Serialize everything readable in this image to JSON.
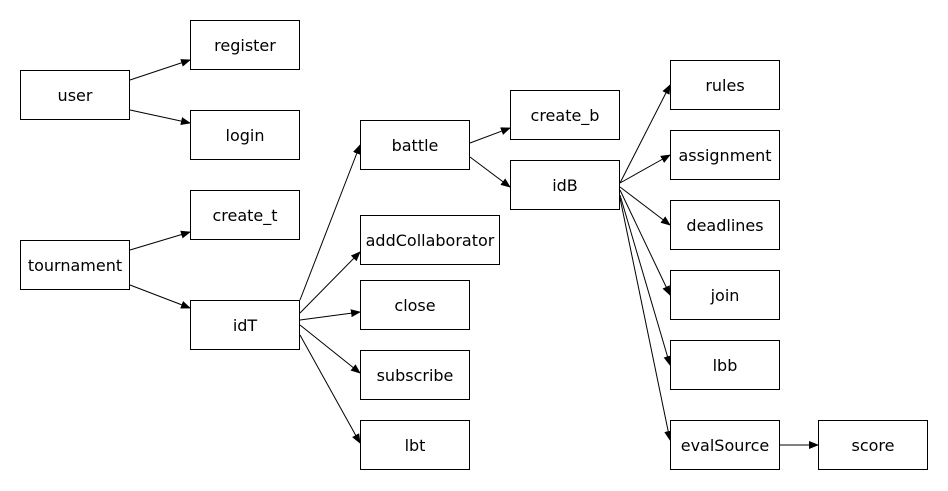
{
  "diagram": {
    "line_color": "#000000",
    "nodes": [
      {
        "id": "user",
        "label": "user"
      },
      {
        "id": "register",
        "label": "register"
      },
      {
        "id": "login",
        "label": "login"
      },
      {
        "id": "create_t",
        "label": "create_t"
      },
      {
        "id": "tournament",
        "label": "tournament"
      },
      {
        "id": "idT",
        "label": "idT"
      },
      {
        "id": "battle",
        "label": "battle"
      },
      {
        "id": "addCollaborator",
        "label": "addCollaborator"
      },
      {
        "id": "close",
        "label": "close"
      },
      {
        "id": "subscribe",
        "label": "subscribe"
      },
      {
        "id": "lbt",
        "label": "lbt"
      },
      {
        "id": "create_b",
        "label": "create_b"
      },
      {
        "id": "idB",
        "label": "idB"
      },
      {
        "id": "rules",
        "label": "rules"
      },
      {
        "id": "assignment",
        "label": "assignment"
      },
      {
        "id": "deadlines",
        "label": "deadlines"
      },
      {
        "id": "join",
        "label": "join"
      },
      {
        "id": "lbb",
        "label": "lbb"
      },
      {
        "id": "evalSource",
        "label": "evalSource"
      },
      {
        "id": "score",
        "label": "score"
      }
    ],
    "edges": [
      {
        "from": "user",
        "to": "register"
      },
      {
        "from": "user",
        "to": "login"
      },
      {
        "from": "tournament",
        "to": "create_t"
      },
      {
        "from": "tournament",
        "to": "idT"
      },
      {
        "from": "idT",
        "to": "battle"
      },
      {
        "from": "idT",
        "to": "addCollaborator"
      },
      {
        "from": "idT",
        "to": "close"
      },
      {
        "from": "idT",
        "to": "subscribe"
      },
      {
        "from": "idT",
        "to": "lbt"
      },
      {
        "from": "battle",
        "to": "create_b"
      },
      {
        "from": "battle",
        "to": "idB"
      },
      {
        "from": "idB",
        "to": "rules"
      },
      {
        "from": "idB",
        "to": "assignment"
      },
      {
        "from": "idB",
        "to": "deadlines"
      },
      {
        "from": "idB",
        "to": "join"
      },
      {
        "from": "idB",
        "to": "lbb"
      },
      {
        "from": "idB",
        "to": "evalSource"
      },
      {
        "from": "evalSource",
        "to": "score"
      }
    ]
  }
}
